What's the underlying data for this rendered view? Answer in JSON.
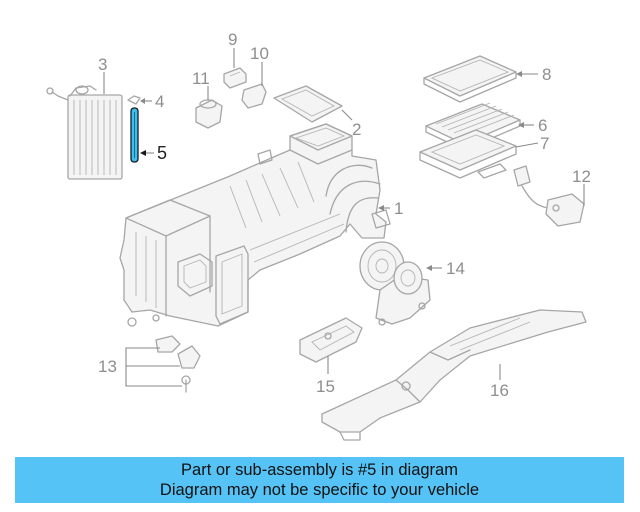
{
  "diagram": {
    "callouts": [
      {
        "id": "1",
        "text": "1"
      },
      {
        "id": "2",
        "text": "2"
      },
      {
        "id": "3",
        "text": "3"
      },
      {
        "id": "4",
        "text": "4"
      },
      {
        "id": "5",
        "text": "5",
        "highlighted": true
      },
      {
        "id": "6",
        "text": "6"
      },
      {
        "id": "7",
        "text": "7"
      },
      {
        "id": "8",
        "text": "8"
      },
      {
        "id": "9",
        "text": "9"
      },
      {
        "id": "10",
        "text": "10"
      },
      {
        "id": "11",
        "text": "11"
      },
      {
        "id": "12",
        "text": "12"
      },
      {
        "id": "13",
        "text": "13"
      },
      {
        "id": "14",
        "text": "14"
      },
      {
        "id": "15",
        "text": "15"
      },
      {
        "id": "16",
        "text": "16"
      }
    ],
    "colors": {
      "highlight_part": "#39c0f0",
      "banner_background": "#55c3f5",
      "line_art": "#a6a6a6"
    }
  },
  "banner": {
    "line1": "Part or sub-assembly is #5 in diagram",
    "line2": "Diagram may not be specific to your vehicle"
  }
}
